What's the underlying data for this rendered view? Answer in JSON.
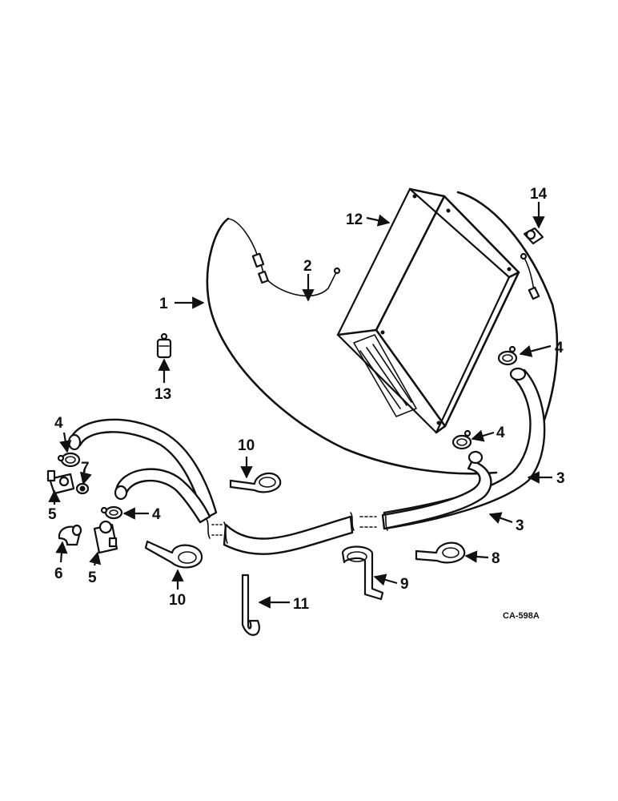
{
  "callouts": {
    "c1": "1",
    "c2": "2",
    "c3a": "3",
    "c3b": "3",
    "c4a": "4",
    "c4b": "4",
    "c4c": "4",
    "c4d": "4",
    "c5a": "5",
    "c5b": "5",
    "c6": "6",
    "c7": "7",
    "c8": "8",
    "c9": "9",
    "c10a": "10",
    "c10b": "10",
    "c11": "11",
    "c12": "12",
    "c13": "13",
    "c14": "14"
  },
  "drawing_code": "CA-598A"
}
